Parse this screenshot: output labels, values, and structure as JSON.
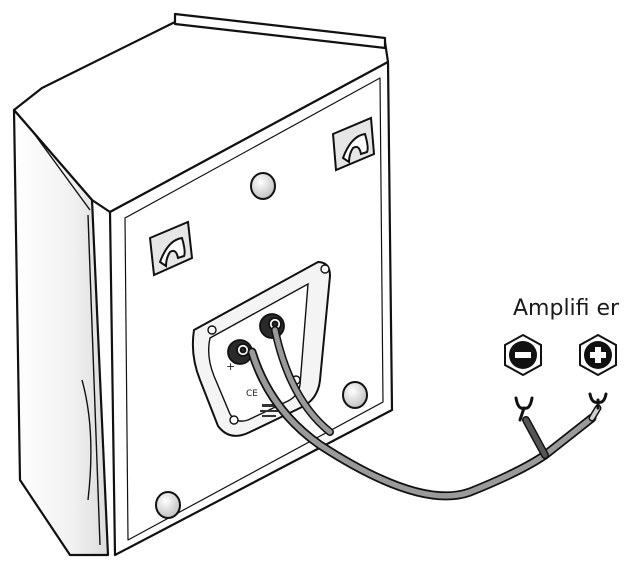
{
  "diagram": {
    "amplifier_label": "Amplifi er",
    "terminal_negative_symbol": "−",
    "terminal_positive_symbol": "+",
    "speaker_plus_mark": "+",
    "ce_mark": "CE",
    "icons": [
      "speaker-cabinet",
      "wall-mount-bracket",
      "binding-post",
      "spade-connector",
      "hex-terminal"
    ],
    "colors": {
      "outline": "#111111",
      "cable_gray": "#9a9a9a",
      "cable_dark": "#555555",
      "panel_fill": "#f4f4f4"
    }
  }
}
